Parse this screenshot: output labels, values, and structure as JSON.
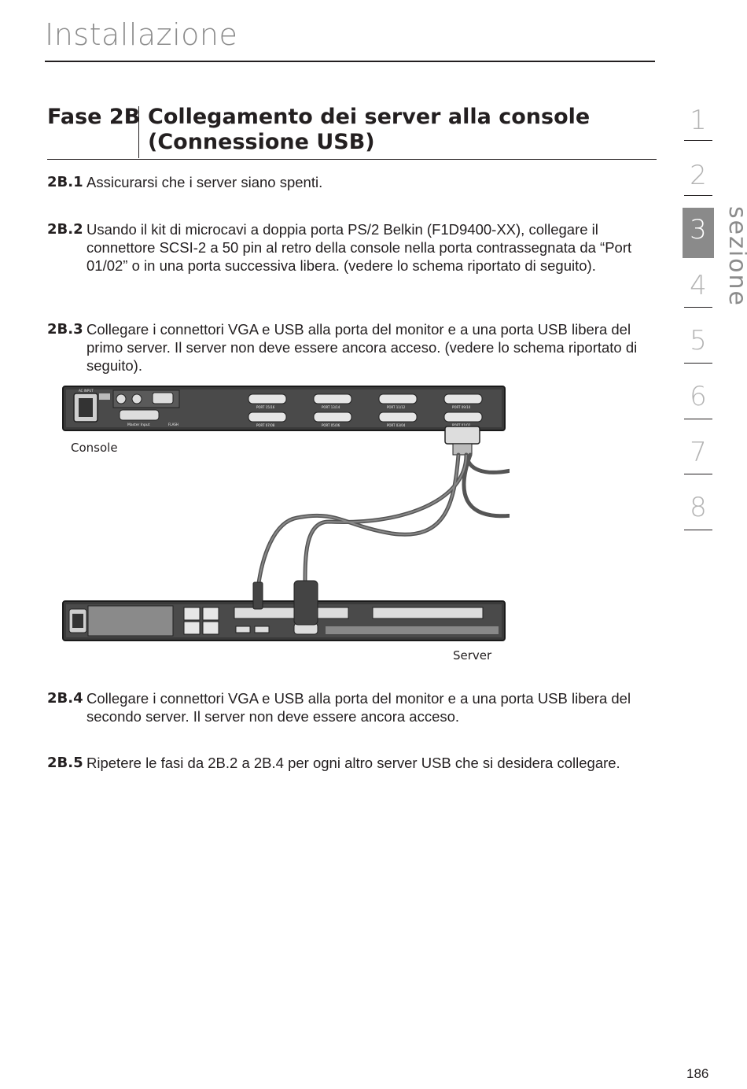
{
  "header": {
    "title": "Installazione"
  },
  "step": {
    "label": "Fase 2B",
    "title_line1": "Collegamento dei server alla console",
    "title_line2": "(Connessione USB)"
  },
  "paragraphs": [
    {
      "num": "2B.1",
      "text": "Assicurarsi che i server siano spenti."
    },
    {
      "num": "2B.2",
      "text": "Usando il kit di microcavi a doppia porta PS/2 Belkin (F1D9400-XX), collegare il connettore SCSI-2 a 50 pin al retro della console nella porta contrassegnata da “Port 01/02” o in una porta successiva libera. (vedere lo schema riportato di seguito)."
    },
    {
      "num": "2B.3",
      "text": "Collegare i connettori VGA e USB alla porta del monitor e a una porta USB libera del primo server. Il server non deve essere ancora acceso. (vedere lo schema riportato di seguito)."
    },
    {
      "num": "2B.4",
      "text": "Collegare i connettori VGA e USB alla porta del monitor e a una porta USB libera del secondo server. Il server non deve essere ancora acceso."
    },
    {
      "num": "2B.5",
      "text": "Ripetere le fasi da 2B.2 a 2B.4  per ogni altro server USB che si desidera collegare."
    }
  ],
  "diagram": {
    "console_label": "Console",
    "server_label": "Server",
    "console_panel": {
      "ac_input": "AC INPUT",
      "master_input": "Master Input",
      "flash": "FLASH",
      "ports_top": [
        "PORT 15/16",
        "PORT 13/14",
        "PORT 11/12",
        "PORT 09/10"
      ],
      "ports_bottom": [
        "PORT 07/08",
        "PORT 05/06",
        "PORT 03/04",
        "PORT 01/02"
      ]
    }
  },
  "side_nav": {
    "items": [
      "1",
      "2",
      "3",
      "4",
      "5",
      "6",
      "7",
      "8"
    ],
    "active": "3",
    "label": "sezione"
  },
  "page_number": "186"
}
